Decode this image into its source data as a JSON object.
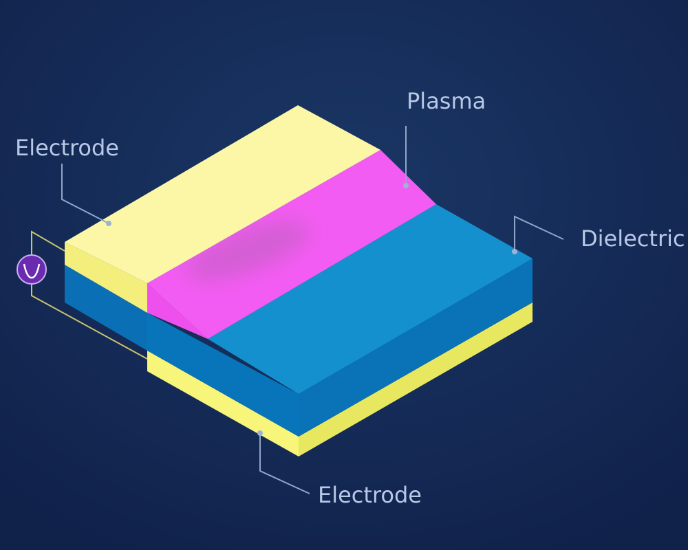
{
  "labels": {
    "top_electrode": "Electrode",
    "plasma": "Plasma",
    "dielectric": "Dielectric",
    "bottom_electrode": "Electrode"
  },
  "icons": {
    "power_source": "ac-voltage-source-icon"
  },
  "colors": {
    "background": "#14284f",
    "electrode": "#fbf7a6",
    "electrode_bottom": "#fbf77a",
    "dielectric": "#1590cf",
    "plasma": "#f35cf2",
    "source": "#6a2bb0"
  }
}
